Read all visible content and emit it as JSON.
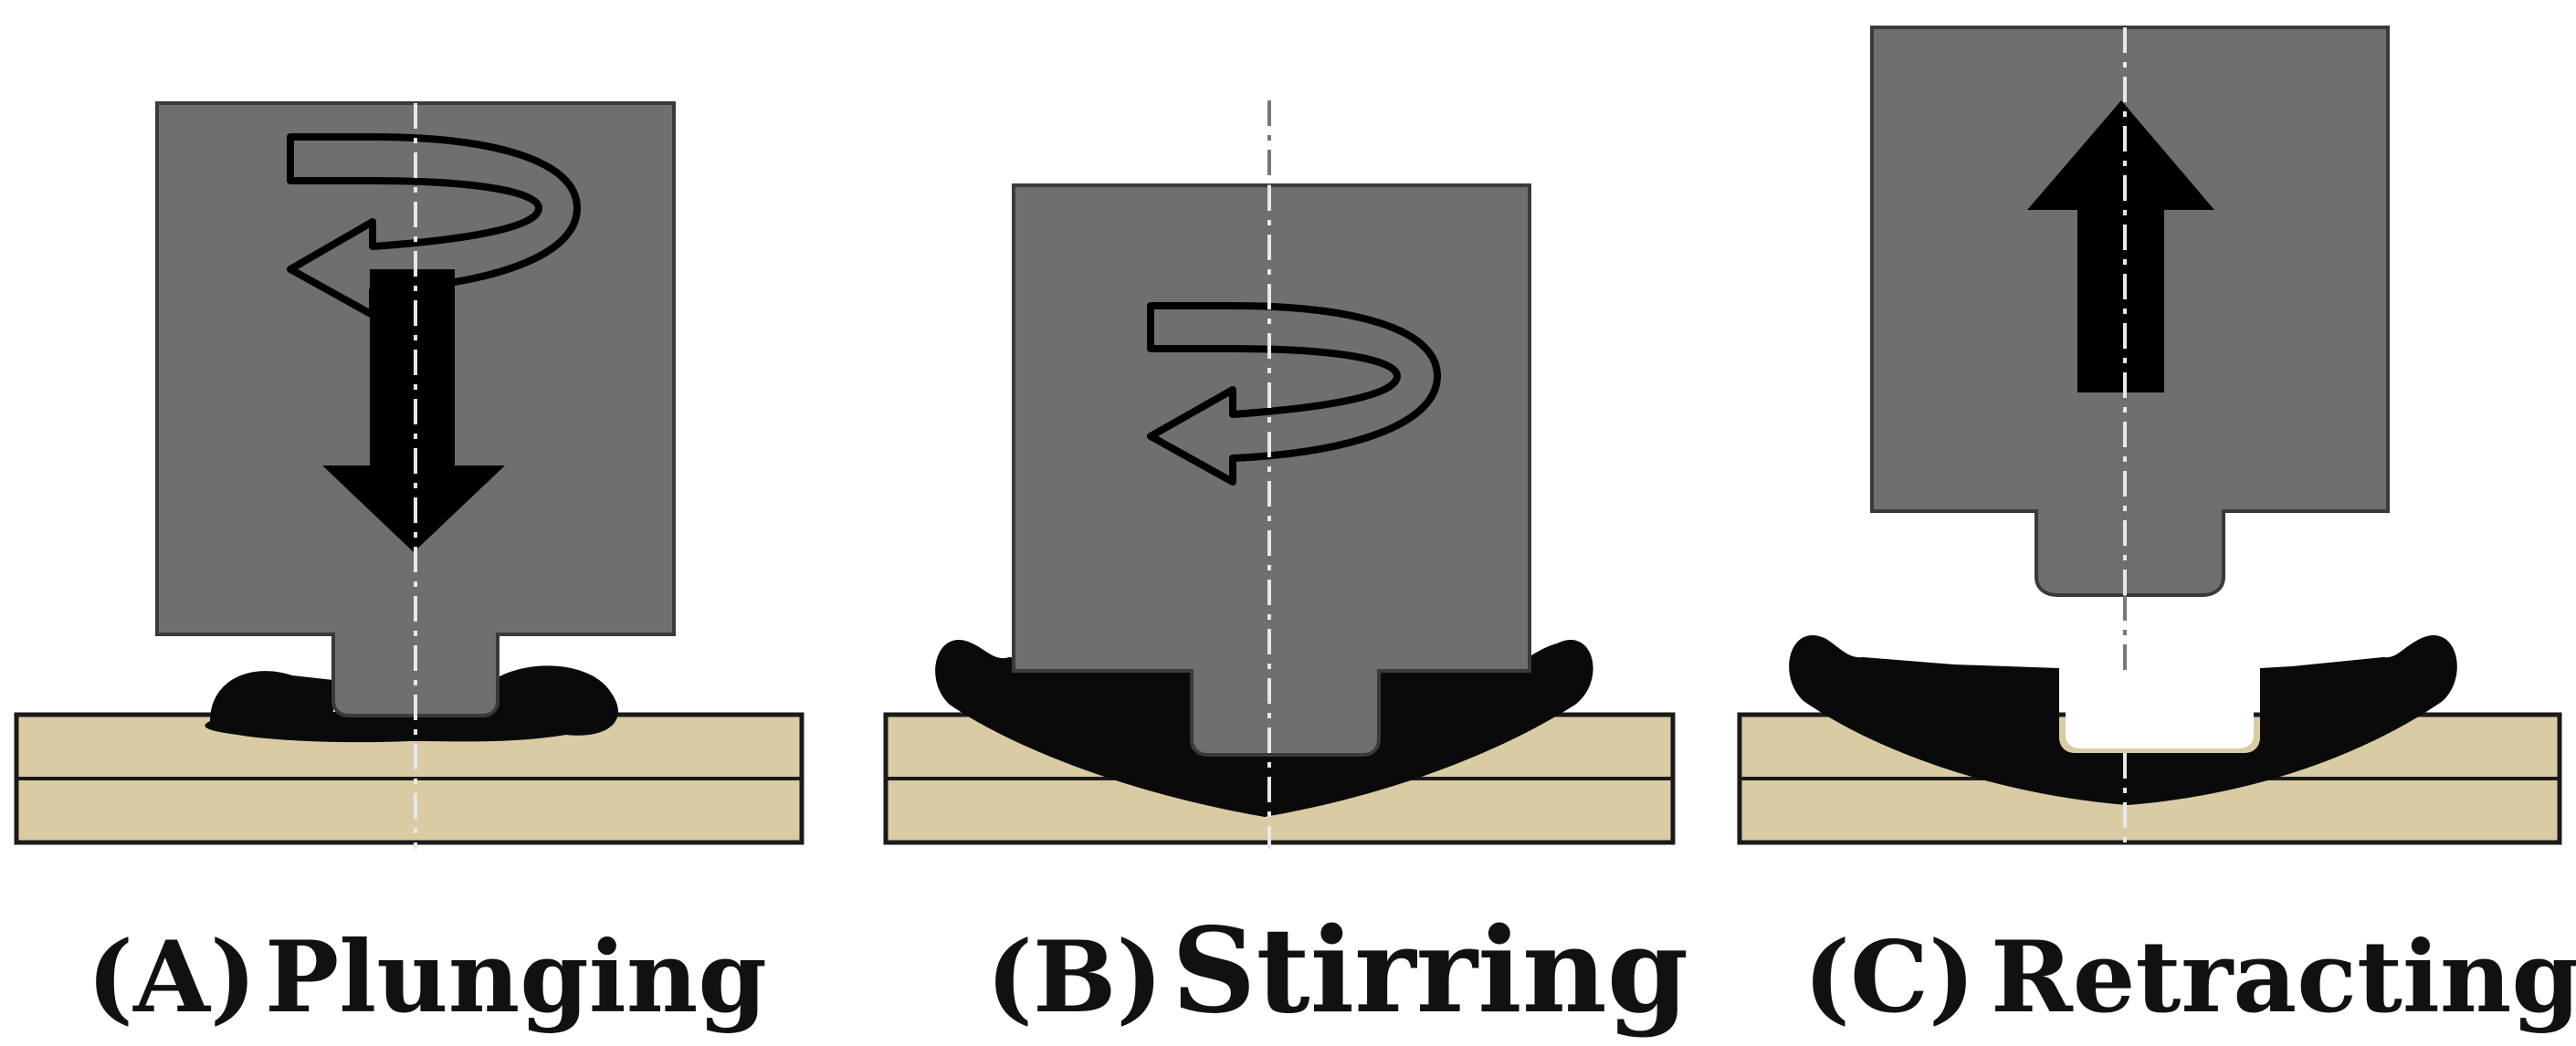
{
  "figure": {
    "panels": [
      {
        "letter": "(A)",
        "label": "Plunging"
      },
      {
        "letter": "(B)",
        "label": "Stirring"
      },
      {
        "letter": "(C)",
        "label": "Retracting"
      }
    ],
    "colors": {
      "tool": "#6f6f6f",
      "tool_outline": "#3a3a3a",
      "plate": "#d9cba4",
      "plate_outline": "#1a1a1a",
      "flash": "#0a0a0a",
      "arrow": "#000000",
      "centerline": "#e8e8e8",
      "centerline_outside": "#777777"
    },
    "icons": {
      "rotation": "rotation-arrow-icon",
      "down": "down-arrow-icon",
      "up": "up-arrow-icon"
    }
  }
}
